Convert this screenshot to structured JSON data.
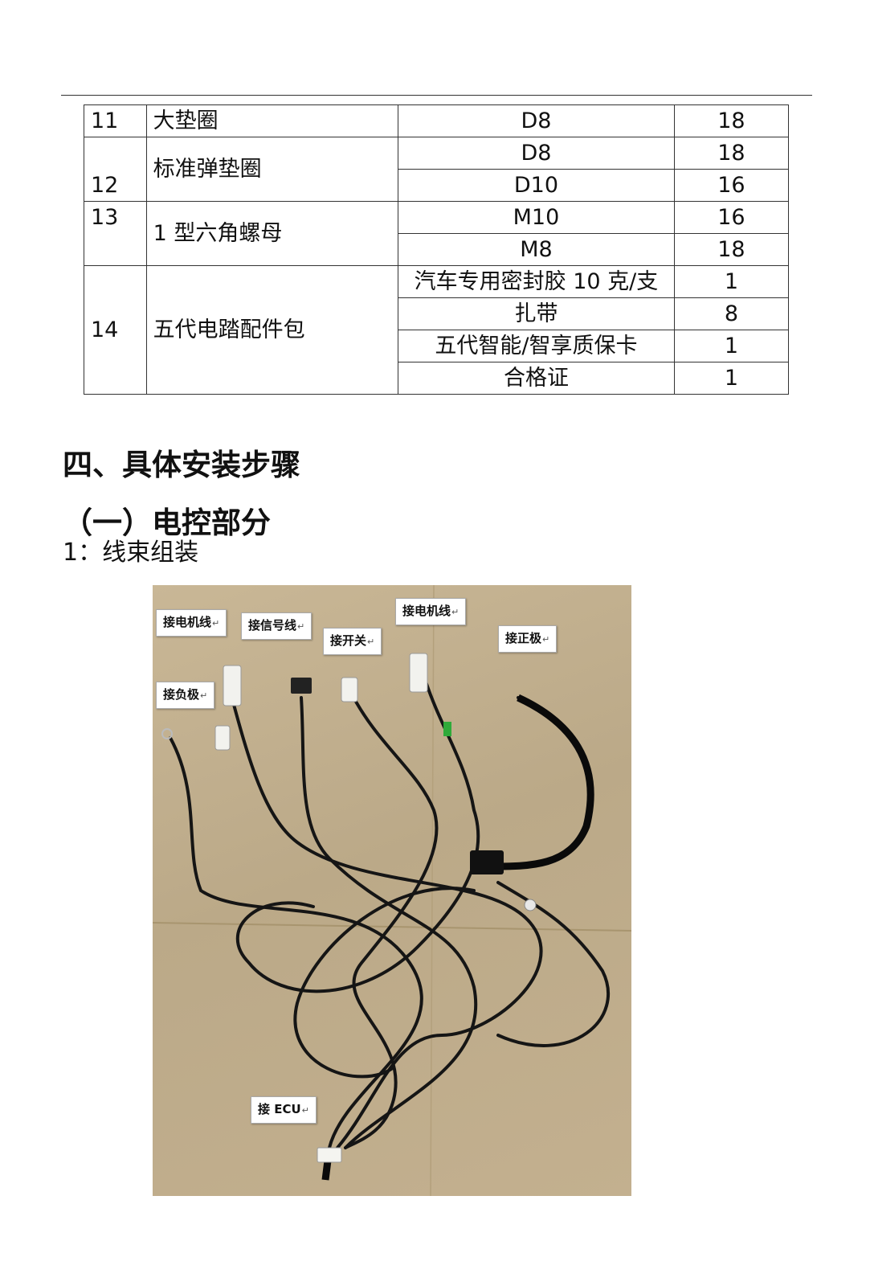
{
  "table": {
    "rows": [
      {
        "num": "11",
        "name": "大垫圈",
        "specs": [
          {
            "spec": "D8",
            "qty": "18"
          }
        ]
      },
      {
        "num": "12",
        "name": "标准弹垫圈",
        "specs": [
          {
            "spec": "D8",
            "qty": "18"
          },
          {
            "spec": "D10",
            "qty": "16"
          }
        ]
      },
      {
        "num": "13",
        "name": "1 型六角螺母",
        "specs": [
          {
            "spec": "M10",
            "qty": "16"
          },
          {
            "spec": "M8",
            "qty": "18"
          }
        ]
      },
      {
        "num": "14",
        "name": "五代电踏配件包",
        "specs": [
          {
            "spec": "汽车专用密封胶 10 克/支",
            "qty": "1"
          },
          {
            "spec": "扎带",
            "qty": "8"
          },
          {
            "spec": "五代智能/智享质保卡",
            "qty": "1"
          },
          {
            "spec": "合格证",
            "qty": "1"
          }
        ]
      }
    ]
  },
  "section_title": "四、具体安装步骤",
  "subsection_title": "（一）电控部分",
  "step_label": "1：线束组装",
  "photo": {
    "callouts": {
      "motor_left": "接电机线",
      "signal": "接信号线",
      "switch": "接开关",
      "motor_right": "接电机线",
      "positive": "接正极",
      "negative": "接负极",
      "ecu": "接 ECU"
    },
    "return_mark": "↵"
  }
}
